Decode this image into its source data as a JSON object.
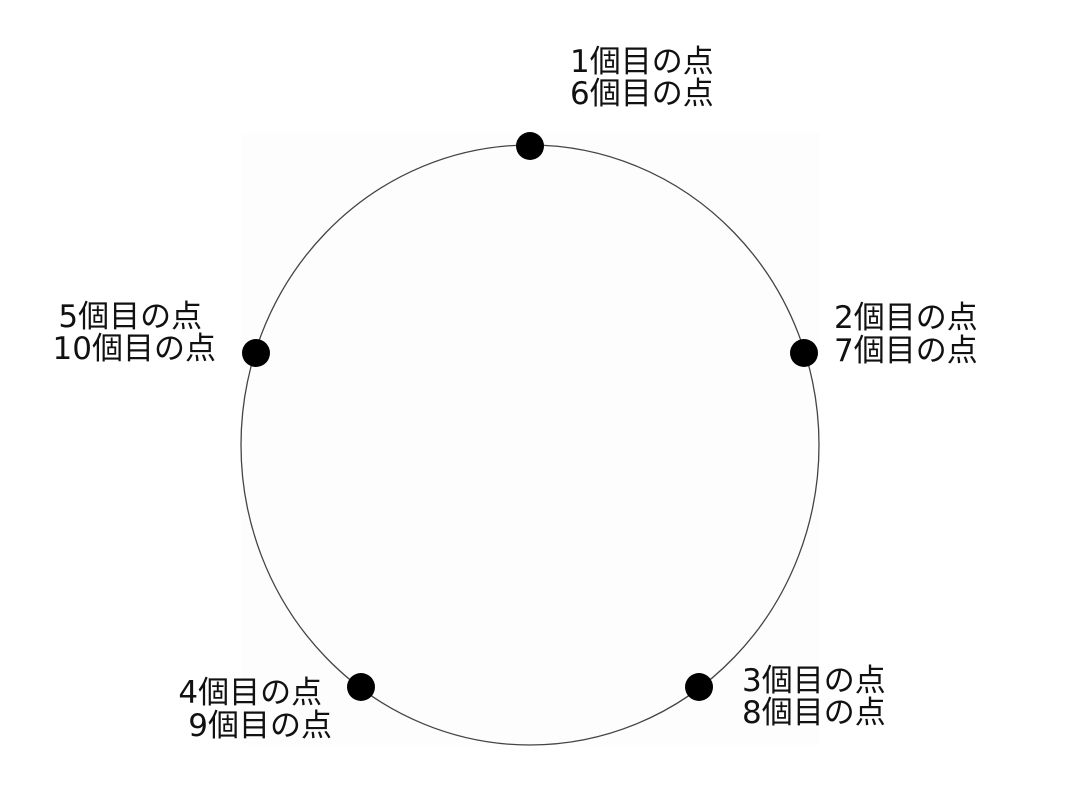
{
  "points": [
    {
      "id": "p1",
      "lines": [
        "1個目の点",
        "6個目の点"
      ],
      "angle_deg": 0
    },
    {
      "id": "p2",
      "lines": [
        "2個目の点",
        "7個目の点"
      ],
      "angle_deg": 72
    },
    {
      "id": "p3",
      "lines": [
        "3個目の点",
        "8個目の点"
      ],
      "angle_deg": 144
    },
    {
      "id": "p4",
      "lines": [
        "4個目の点",
        "9個目の点"
      ],
      "angle_deg": 216
    },
    {
      "id": "p5",
      "lines": [
        "5個目の点",
        "10個目の点"
      ],
      "angle_deg": 288
    }
  ],
  "colors": {
    "circle_stroke": "#444444",
    "point_fill": "#000000",
    "label_text": "#111111",
    "panel_fill": "#fdfdfd"
  }
}
